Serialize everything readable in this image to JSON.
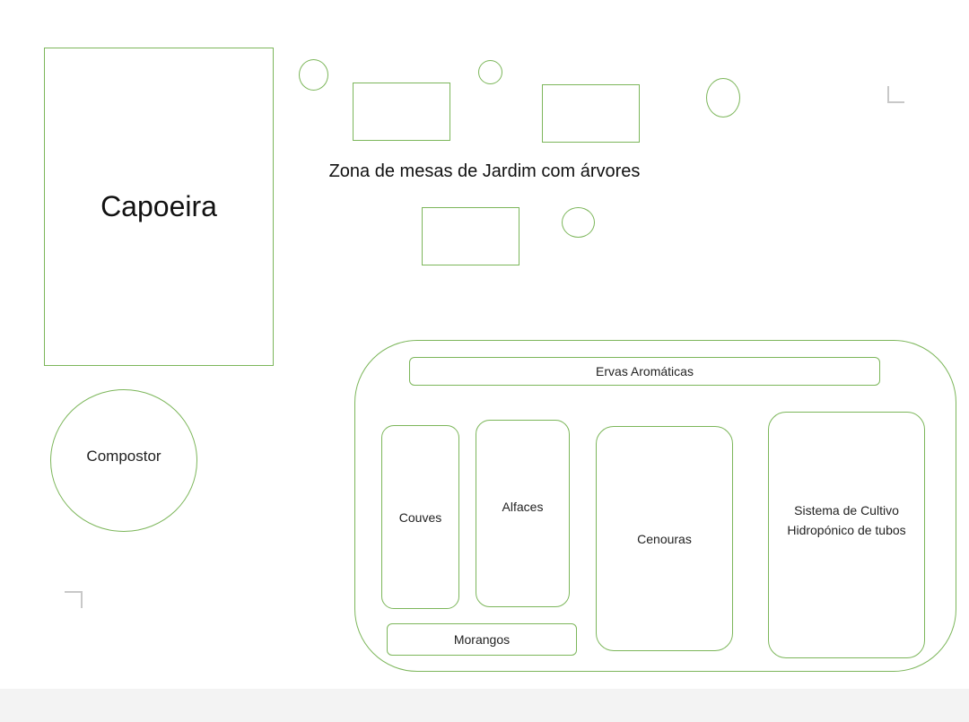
{
  "labels": {
    "capoeira": "Capoeira",
    "zona_mesas": "Zona de mesas de Jardim com árvores",
    "compostor": "Compostor",
    "ervas": "Ervas Aromáticas",
    "couves": "Couves",
    "alfaces": "Alfaces",
    "cenouras": "Cenouras",
    "hidroponico": "Sistema de Cultivo Hidropónico de tubos",
    "morangos": "Morangos"
  },
  "colors": {
    "stroke": "#7cb65a",
    "footer": "#f3f3f3"
  }
}
